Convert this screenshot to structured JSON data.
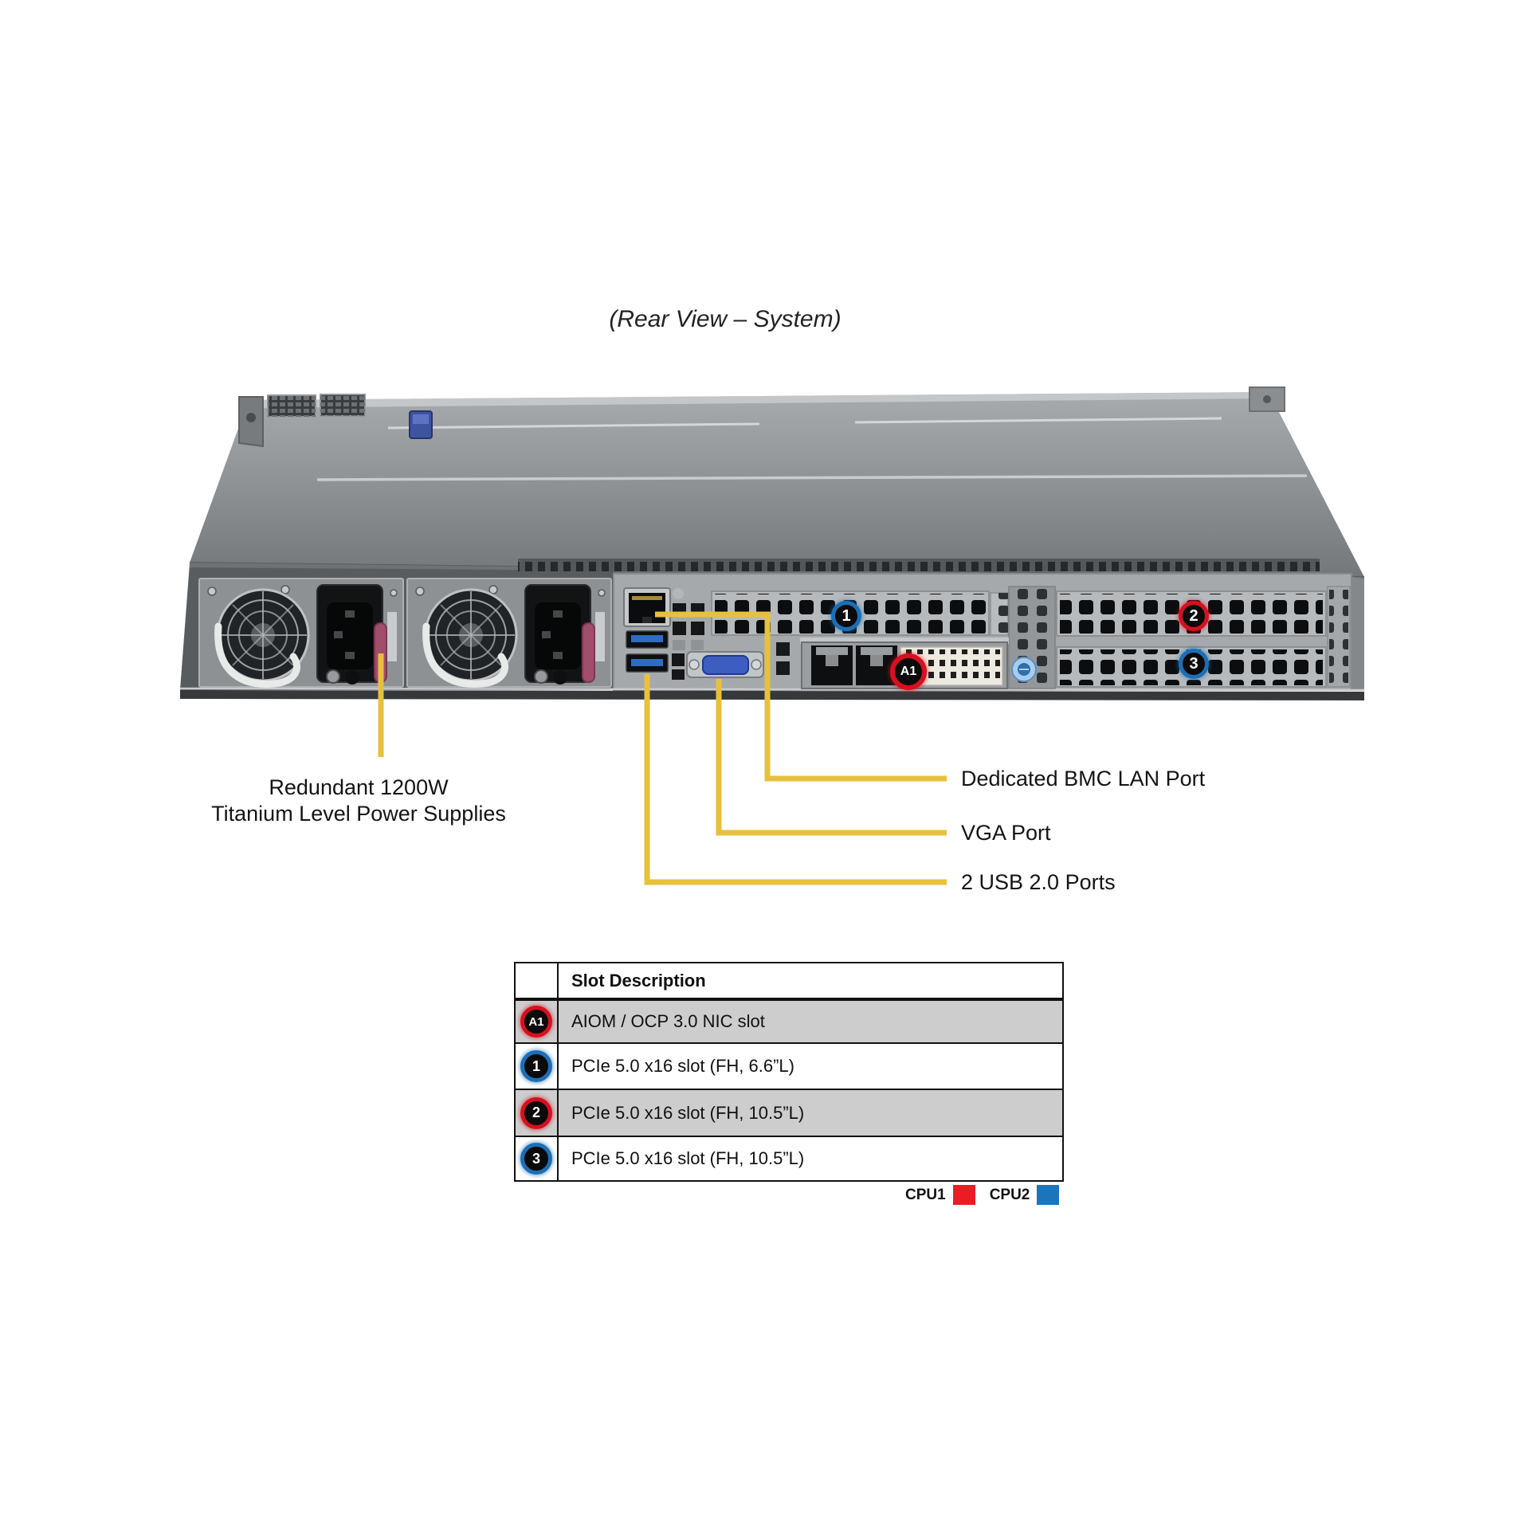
{
  "title": "(Rear View – System)",
  "callouts": {
    "psu_line1": "Redundant 1200W",
    "psu_line2": "Titanium Level Power Supplies",
    "bmc": "Dedicated BMC LAN Port",
    "vga": "VGA Port",
    "usb": "2 USB 2.0 Ports"
  },
  "server_badges": {
    "slot1": "1",
    "slot2": "2",
    "slot3": "3",
    "aiom": "A1"
  },
  "table": {
    "header": "Slot Description",
    "rows": [
      {
        "badge": "A1",
        "badge_color": "red",
        "desc": "AIOM / OCP 3.0 NIC slot"
      },
      {
        "badge": "1",
        "badge_color": "blue",
        "desc": "PCIe 5.0 x16 slot (FH, 6.6”L)"
      },
      {
        "badge": "2",
        "badge_color": "red",
        "desc": "PCIe 5.0 x16 slot (FH, 10.5”L)"
      },
      {
        "badge": "3",
        "badge_color": "blue",
        "desc": "PCIe 5.0 x16 slot (FH, 10.5”L)"
      }
    ]
  },
  "legend": [
    {
      "label": "CPU1",
      "color": "#EC1C24"
    },
    {
      "label": "CPU2",
      "color": "#1B75BC"
    }
  ],
  "colors": {
    "callout_line": "#E8C13C",
    "badge_red": "#D6101F",
    "badge_blue": "#1C6FB5",
    "row_shade": "#CDCDCD",
    "cpu1": "#EC1C24",
    "cpu2": "#1B75BC"
  }
}
